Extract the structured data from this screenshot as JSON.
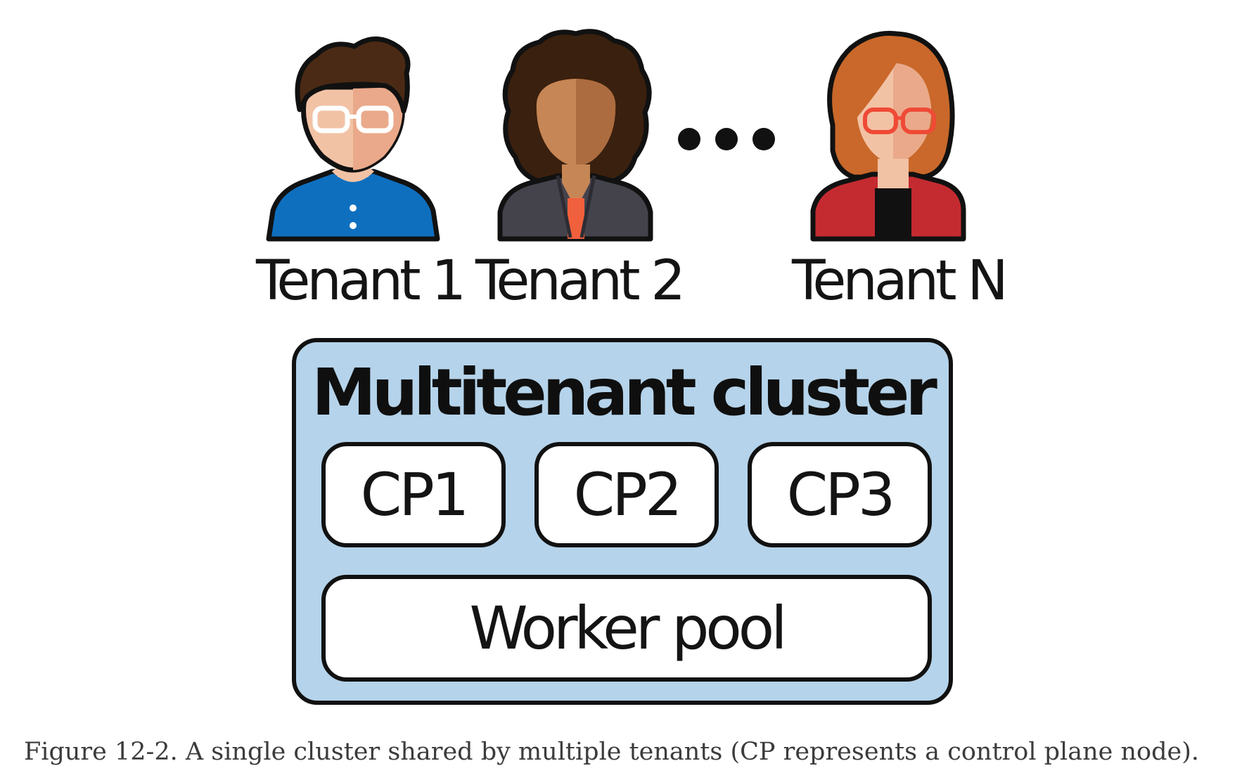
{
  "tenants": [
    {
      "label": "Tenant 1",
      "icon": "man-with-glasses-avatar-icon",
      "shirt_color": "#0f6fbf",
      "hair_color": "#4a2a14"
    },
    {
      "label": "Tenant 2",
      "icon": "woman-curly-hair-avatar-icon",
      "shirt_color": "#44434c",
      "hair_color": "#3a200e"
    },
    {
      "label": "Tenant N",
      "icon": "woman-red-hair-avatar-icon",
      "shirt_color": "#c42b30",
      "hair_color": "#c9682a"
    }
  ],
  "ellipsis_icon": "ellipsis-dots-icon",
  "cluster": {
    "title": "Multitenant cluster",
    "fill_color": "#b5d3ea",
    "control_planes": [
      "CP1",
      "CP2",
      "CP3"
    ],
    "worker_pool": "Worker pool"
  },
  "caption": "Figure 12-2. A single cluster shared by multiple tenants (CP represents a control plane node)."
}
